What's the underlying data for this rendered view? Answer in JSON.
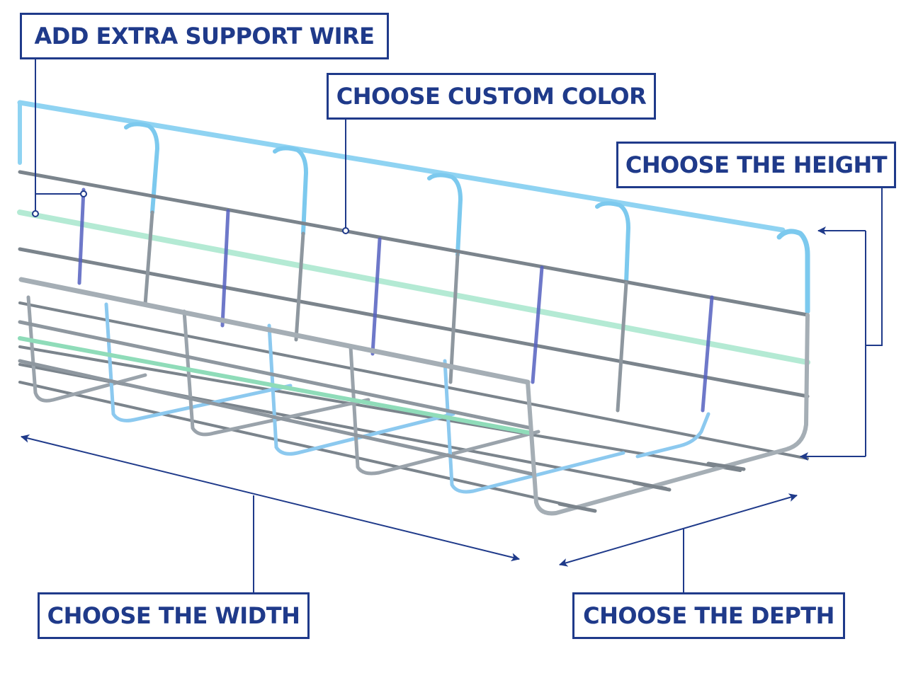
{
  "labels": {
    "support": "ADD EXTRA SUPPORT WIRE",
    "color": "CHOOSE CUSTOM COLOR",
    "height": "CHOOSE THE HEIGHT",
    "width": "CHOOSE THE WIDTH",
    "depth": "CHOOSE THE DEPTH"
  },
  "colors": {
    "label_navy": "#1f3a8a",
    "wire_steel": "#8e979f",
    "wire_light_blue": "#6fc3ec",
    "wire_dark_blue": "#4a55b8",
    "wire_green": "#9fe3c6"
  },
  "illustration": {
    "subject": "wire-mesh-cable-tray"
  }
}
